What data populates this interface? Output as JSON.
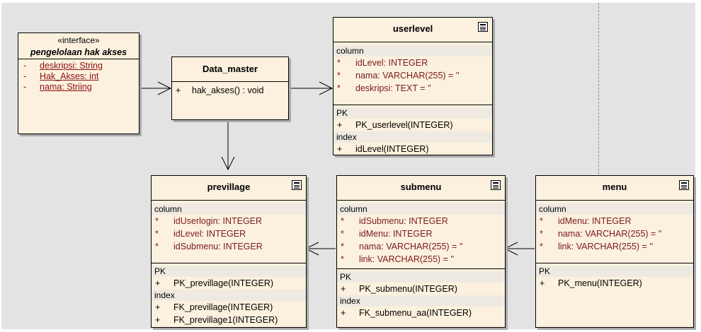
{
  "interface_box": {
    "stereotype": "«interface»",
    "name": "pengelolaan hak akses",
    "attributes": [
      {
        "vis": "-",
        "text": "deskripsi:  String"
      },
      {
        "vis": "-",
        "text": "Hak_Akses:  int"
      },
      {
        "vis": "-",
        "text": "nama:  Striing"
      }
    ]
  },
  "data_master": {
    "name": "Data_master",
    "operations": [
      {
        "vis": "+",
        "text": "hak_akses() : void"
      }
    ]
  },
  "userlevel": {
    "name": "userlevel",
    "column_label": "column",
    "columns": [
      {
        "sym": "*",
        "text": "idLevel:  INTEGER"
      },
      {
        "sym": "*",
        "text": "nama:  VARCHAR(255) = ''"
      },
      {
        "sym": "*",
        "text": "deskripsi:  TEXT = ''"
      }
    ],
    "pk_label": "PK",
    "pk": [
      {
        "sym": "+",
        "text": "PK_userlevel(INTEGER)"
      }
    ],
    "index_label": "index",
    "index": [
      {
        "sym": "+",
        "text": "idLevel(INTEGER)"
      }
    ]
  },
  "previllage": {
    "name": "previllage",
    "column_label": "column",
    "columns": [
      {
        "sym": "*",
        "text": "idUserlogin:  INTEGER"
      },
      {
        "sym": "*",
        "text": "idLevel:  INTEGER"
      },
      {
        "sym": "*",
        "text": "idSubmenu:  INTEGER"
      }
    ],
    "pk_label": "PK",
    "pk": [
      {
        "sym": "+",
        "text": "PK_previllage(INTEGER)"
      }
    ],
    "index_label": "index",
    "index": [
      {
        "sym": "+",
        "text": "FK_previllage(INTEGER)"
      },
      {
        "sym": "+",
        "text": "FK_previllage1(INTEGER)"
      }
    ]
  },
  "submenu": {
    "name": "submenu",
    "column_label": "column",
    "columns": [
      {
        "sym": "*",
        "text": "idSubmenu:  INTEGER"
      },
      {
        "sym": "*",
        "text": "idMenu:  INTEGER"
      },
      {
        "sym": "*",
        "text": "nama:  VARCHAR(255) = ''"
      },
      {
        "sym": "*",
        "text": "link:  VARCHAR(255) = ''"
      }
    ],
    "pk_label": "PK",
    "pk": [
      {
        "sym": "+",
        "text": "PK_submenu(INTEGER)"
      }
    ],
    "index_label": "index",
    "index": [
      {
        "sym": "+",
        "text": "FK_submenu_aa(INTEGER)"
      }
    ]
  },
  "menu": {
    "name": "menu",
    "column_label": "column",
    "columns": [
      {
        "sym": "*",
        "text": "idMenu:  INTEGER"
      },
      {
        "sym": "*",
        "text": "nama:  VARCHAR(255) = ''"
      },
      {
        "sym": "*",
        "text": "link:  VARCHAR(255) = ''"
      }
    ],
    "pk_label": "PK",
    "pk": [
      {
        "sym": "+",
        "text": "PK_menu(INTEGER)"
      }
    ]
  },
  "colors": {
    "box_fill": "#fcf1de",
    "section_fill": "#eeeae2",
    "attribute_text": "#7a1a1a",
    "canvas": "#e3e3e3"
  }
}
